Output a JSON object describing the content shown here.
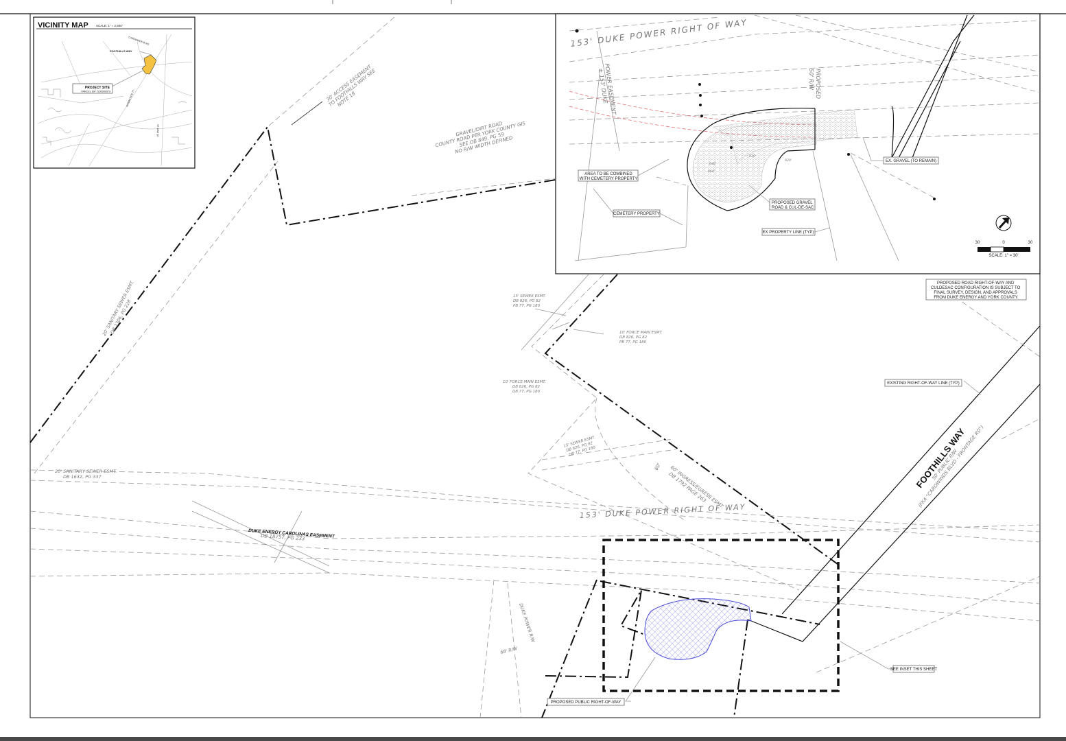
{
  "vicinity_map": {
    "title": "VICINITY MAP",
    "scale": "SCALE: 1\" = 2,500'",
    "labels": {
      "carowinds": "CAROWINDS BLVD",
      "foothills": "FOOTHILLS WAY",
      "project_site": "PROJECT SITE",
      "parcel": "PARCEL ID# 7230000079",
      "highway": "INTERSTATE 77",
      "us21": "US HWY 21"
    },
    "site_color": "#f5c242"
  },
  "main_plan": {
    "access_easement": [
      "30' ACCESS EASEMENT",
      "TO FOOTHILLS WAY SEE",
      "NOTE 18"
    ],
    "gravel_road": [
      "GRAVEL/DIRT ROAD",
      "COUNTY ROAD PER YORK COUNTY GIS",
      "SEE OB 849, PG 59",
      "NO R/W WIDTH DEFINED"
    ],
    "sanitary_sewer_diag": [
      "20' SANITARY SEWER ESMT.",
      "DB 2306, PG 228"
    ],
    "sanitary_sewer_horiz": [
      "20' SANITARY SEWER ESMT.",
      "DB 1632, PG 337"
    ],
    "sewer_esmt_1": [
      "15' SEWER ESMT.",
      "DB 826, PG 82",
      "PB 77, PG 180"
    ],
    "force_main_1": [
      "10' FORCE MAIN ESMT.",
      "DB 826, PG 82",
      "PB 77, PG 180"
    ],
    "force_main_2": [
      "10' FORCE MAIN ESMT.",
      "DB 826, PG 82",
      "DB 77, PG 180"
    ],
    "sewer_esmt_2": [
      "15' SEWER ESMT.",
      "DB 826, PG 82",
      "DB 77, PG 180"
    ],
    "ingress_dim": "60'",
    "ingress_esmt": [
      "60' INGRESS/EGRESS ESMT.",
      "DB 1792 PAGE 263"
    ],
    "duke_row": "153' DUKE POWER RIGHT OF WAY",
    "duke_easement": [
      "DUKE ENERGY CAROLINAS EASEMENT",
      "DB 18757, PG 233"
    ],
    "duke_power_rw": "DUKE POWER R/W",
    "rw_68": "68' R/W",
    "foothills_way": "FOOTHILLS WAY",
    "foothills_sub": "50' PUBLIC R/W",
    "foothills_fka": "(FKA \"CAROWINDS BLVD - FRONTAGE RD\")",
    "existing_row_callout": "EXISTING RIGHT-OF-WAY LINE (TYP)",
    "see_inset_callout": "SEE INSET THIS SHEET",
    "proposed_row_callout": "PROPOSED PUBLIC RIGHT-OF-WAY",
    "note": [
      "PROPOSED ROAD RIGHT-OF-WAY AND",
      "CULDESAC CONFIGURATION IS SUBJECT TO",
      "FINAL SURVEY, DESIGN, AND APPROVALS",
      "FROM DUKE ENERGY AND YORK COUNTY."
    ],
    "row_color": "#4a4ad8"
  },
  "inset": {
    "duke_row": "153' DUKE POWER RIGHT OF WAY",
    "duke_easement": [
      "± 153' DUKE",
      "POWER EASEMENT"
    ],
    "proposed_rw": [
      "PROPOSED",
      "50' R/W"
    ],
    "area_combined": [
      "AREA TO BE COMBINED",
      "WITH CEMETERY PROPERTY"
    ],
    "cemetery": "CEMETERY PROPERTY",
    "gravel_culdesac": [
      "PROPOSED GRAVEL",
      "ROAD & CUL-DE-SAC"
    ],
    "ex_property": "EX PROPERTY LINE (TYP)",
    "ex_gravel": "EX. GRAVEL (TO REMAIN)",
    "radii": [
      "R40'",
      "R60'",
      "R20'",
      "R20'"
    ],
    "scale_ticks": [
      "30",
      "0",
      "30"
    ],
    "scale_label": "SCALE: 1\" = 30'"
  }
}
